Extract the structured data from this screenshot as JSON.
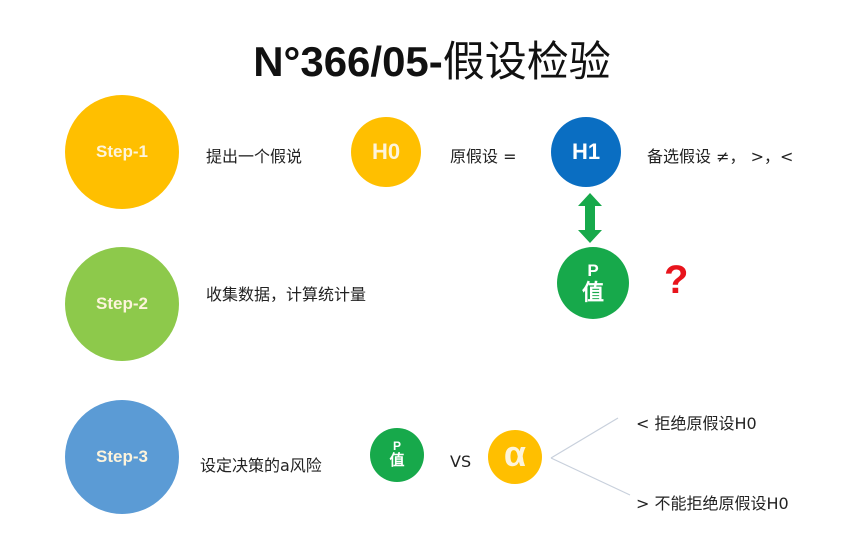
{
  "title": {
    "prefix": "N°366/05-",
    "main": "假设检验"
  },
  "colors": {
    "step1": "#FFBF00",
    "step2": "#8DC94B",
    "step3": "#5B9BD5",
    "h0": "#FFBF00",
    "h1": "#0A6EC2",
    "pvalue": "#17A94B",
    "alpha": "#FFBF00",
    "arrow": "#17A94B",
    "question": "#E8141C",
    "branch_lines": "#C8D0DC"
  },
  "steps": [
    {
      "label": "Step-1",
      "description": "提出一个假说"
    },
    {
      "label": "Step-2",
      "description": "收集数据，计算统计量"
    },
    {
      "label": "Step-3",
      "description": "设定决策的a风险"
    }
  ],
  "hypotheses": {
    "h0": {
      "label": "H0",
      "description": "原假设 ="
    },
    "h1": {
      "label": "H1",
      "description": "备选假设 ≠，  >，<"
    }
  },
  "pvalue": {
    "letter": "P",
    "char": "值"
  },
  "question_mark": "?",
  "comparison": {
    "vs": "VS",
    "alpha_symbol": "α",
    "outcomes": [
      {
        "text": "< 拒绝原假设H0"
      },
      {
        "text": "> 不能拒绝原假设H0"
      }
    ]
  }
}
